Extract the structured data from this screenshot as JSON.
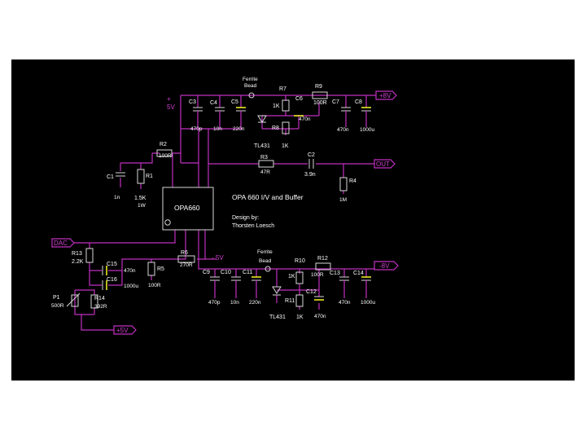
{
  "colors": {
    "background": "#000000",
    "wire": "#c030c0",
    "part": "#d8d8d8",
    "cap_accent": "#e8e820",
    "text": "#ffffff"
  },
  "ports": {
    "plus8v": "+8V",
    "minus8v": "-8V",
    "out": "OUT",
    "dac": "DAC",
    "plus5v_bottom": "+5V"
  },
  "rails": {
    "plus5v_line1": "+",
    "plus5v_line2": "5V",
    "minus5v": "- 5V"
  },
  "opamp": {
    "label": "OPA660"
  },
  "title": {
    "main": "OPA 660  I/V  and Buffer",
    "credit1": "Design by:",
    "credit2": "Thorsten Loesch"
  },
  "ferrite_top": {
    "line1": "Ferrite",
    "line2": "Bead"
  },
  "ferrite_bottom": {
    "line1": "Ferrite",
    "line2": "Bead"
  },
  "top": {
    "c3": {
      "name": "C3",
      "value": "470p"
    },
    "c4": {
      "name": "C4",
      "value": "10n"
    },
    "c5": {
      "name": "C5",
      "value": "220n"
    },
    "r7": {
      "name": "R7",
      "value": "1K"
    },
    "c6": {
      "name": "C6",
      "value": "470n"
    },
    "r8": {
      "name": "R8",
      "value": "1K"
    },
    "tl": "TL431",
    "r9": {
      "name": "R9",
      "value": "100R"
    },
    "c7": {
      "name": "C7",
      "value": "470n"
    },
    "c8": {
      "name": "C8",
      "value": "1000u"
    }
  },
  "mid": {
    "r2": {
      "name": "R2",
      "value": "100R"
    },
    "c1": {
      "name": "C1",
      "value": "1n"
    },
    "r1": {
      "name": "R1",
      "value1": "1.5K",
      "value2": "1W"
    },
    "r3": {
      "name": "R3",
      "value": "47R"
    },
    "c2": {
      "name": "C2",
      "value": "3.9n"
    },
    "r4": {
      "name": "R4",
      "value": "1M"
    }
  },
  "bottom": {
    "r13": {
      "name": "R13",
      "value": "2.2K"
    },
    "c15": {
      "name": "C15",
      "value": "470n"
    },
    "c16": {
      "name": "C16",
      "value": "1000u"
    },
    "r5": {
      "name": "R5",
      "value": "100R"
    },
    "r6": {
      "name": "R6",
      "value": "270R"
    },
    "p1": {
      "name": "P1",
      "value": "500R"
    },
    "r14": {
      "name": "R14",
      "value": "392R"
    },
    "c9": {
      "name": "C9",
      "value": "470p"
    },
    "c10": {
      "name": "C10",
      "value": "10n"
    },
    "c11": {
      "name": "C11",
      "value": "220n"
    },
    "tl": "TL431",
    "r10": {
      "name": "R10",
      "value": "1K"
    },
    "r11": {
      "name": "R11",
      "value": "1K"
    },
    "c12": {
      "name": "C12",
      "value": "470n"
    },
    "r12": {
      "name": "R12",
      "value": "100R"
    },
    "c13": {
      "name": "C13",
      "value": "470n"
    },
    "c14": {
      "name": "C14",
      "value": "1000u"
    }
  }
}
